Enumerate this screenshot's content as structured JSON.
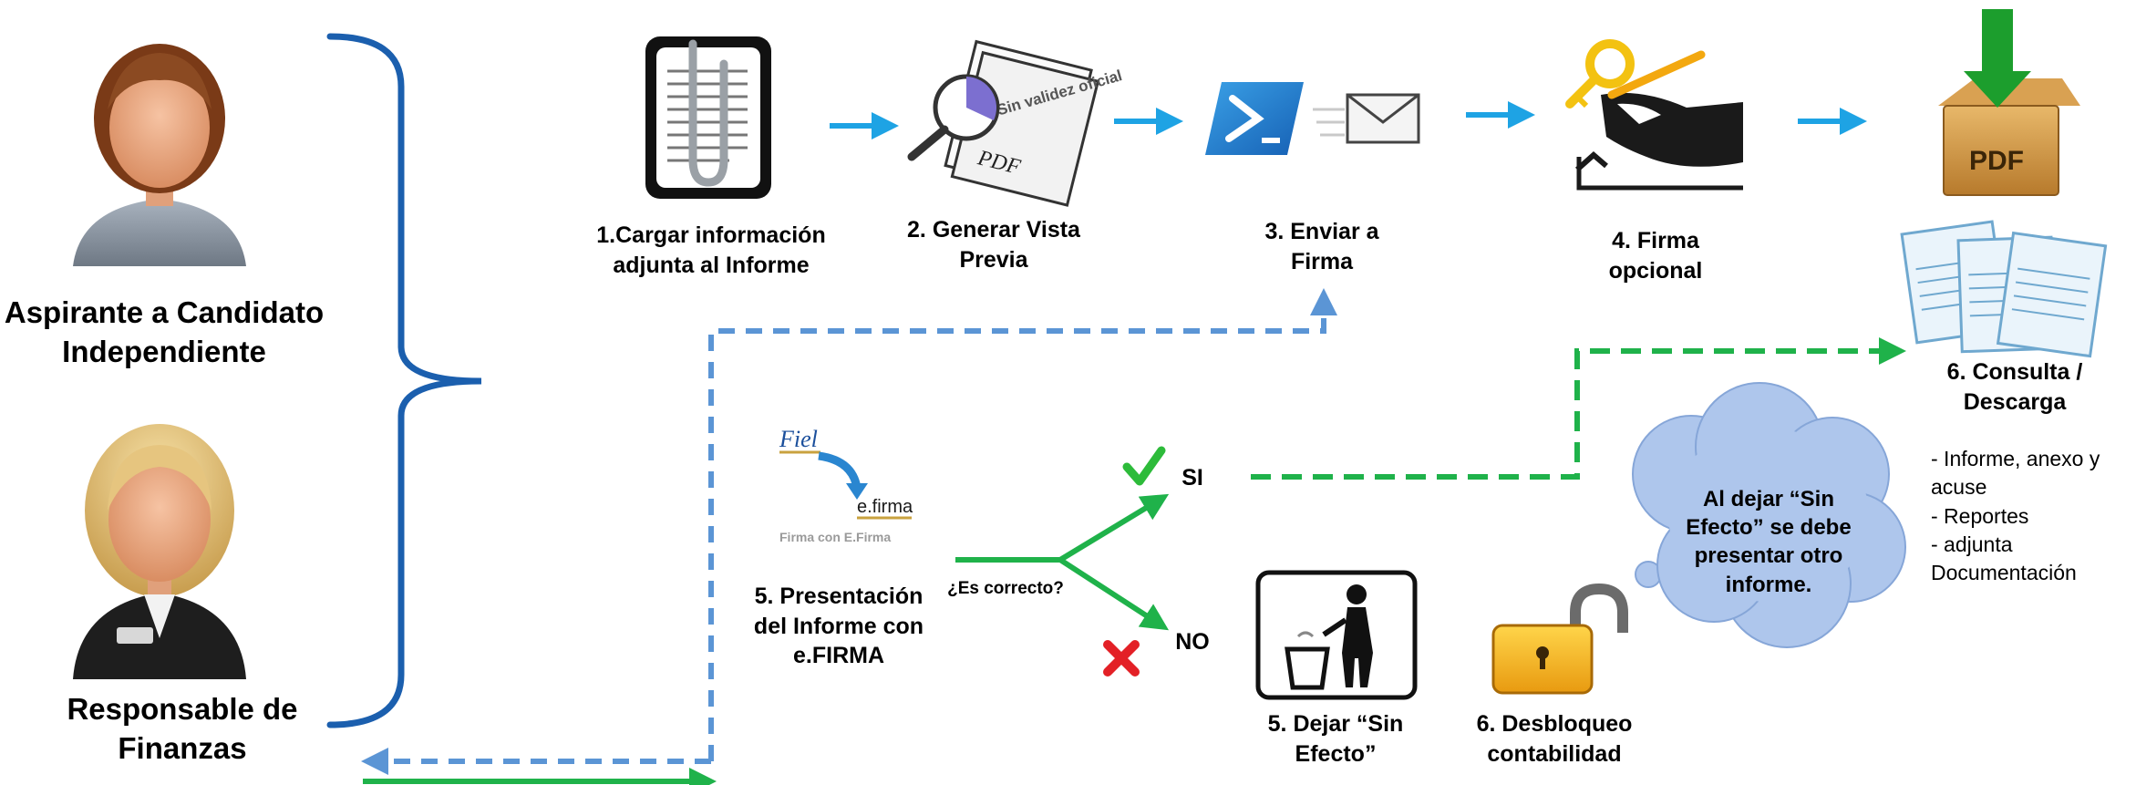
{
  "actors": {
    "candidate": [
      "Aspirante a Candidato",
      "Independiente"
    ],
    "finance": [
      "Responsable de",
      "Finanzas"
    ]
  },
  "steps": {
    "s1": [
      "1.Cargar información",
      "adjunta al Informe"
    ],
    "s2": [
      "2. Generar Vista",
      "Previa"
    ],
    "s3": [
      "3. Enviar a",
      "Firma"
    ],
    "s4": [
      "4. Firma",
      "opcional"
    ],
    "s5": [
      "5. Presentación",
      "del Informe con",
      "e.FIRMA"
    ],
    "s5b": [
      "5. Dejar “Sin",
      "Efecto”"
    ],
    "s6": [
      "6. Consulta /",
      "Descarga"
    ],
    "s6b": [
      "6. Desbloqueo",
      "contabilidad"
    ]
  },
  "question": "¿Es correcto?",
  "yes": "SI",
  "no": "NO",
  "download_items": [
    "- Informe, anexo y",
    "acuse",
    "- Reportes",
    "- adjunta",
    "Documentación"
  ],
  "cloud_note": [
    "Al dejar “Sin",
    "Efecto” se debe",
    "presentar otro",
    "informe."
  ],
  "icon_texts": {
    "stamp": "Sin validez oficial",
    "pdf": "PDF",
    "fiel": "Fiel",
    "efirma": "e.firma",
    "firma_con": "Firma con E.Firma"
  },
  "colors": {
    "blue_arrow": "#1ea3e4",
    "bracket": "#1b5fae",
    "dashed_blue": "#5b95d5",
    "green": "#1fb24a",
    "cloud": "#aec6ec",
    "red_x": "#e32026"
  }
}
